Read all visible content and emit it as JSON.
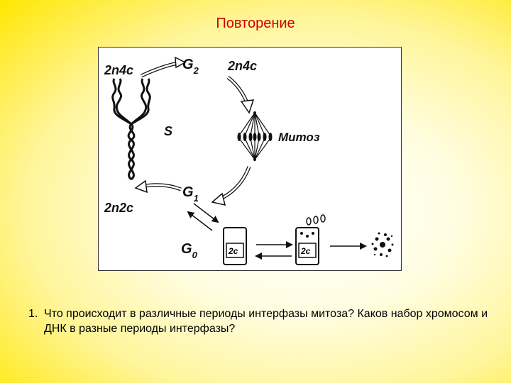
{
  "title": "Повторение",
  "diagram": {
    "top_left_label": "2n4c",
    "g2": {
      "letter": "G",
      "sub": "2"
    },
    "top_right_label": "2n4c",
    "s_label": "S",
    "mitosis_label": "Митоз",
    "g1": {
      "letter": "G",
      "sub": "1"
    },
    "bottom_left_label": "2n2c",
    "g0": {
      "letter": "G",
      "sub": "0"
    },
    "cell_label_1": "2c",
    "cell_label_2": "2c"
  },
  "question": {
    "number": "1.",
    "text": "Что происходит в различные периоды интерфазы митоза? Каков набор хромосом и ДНК в разные периоды интерфазы?"
  }
}
